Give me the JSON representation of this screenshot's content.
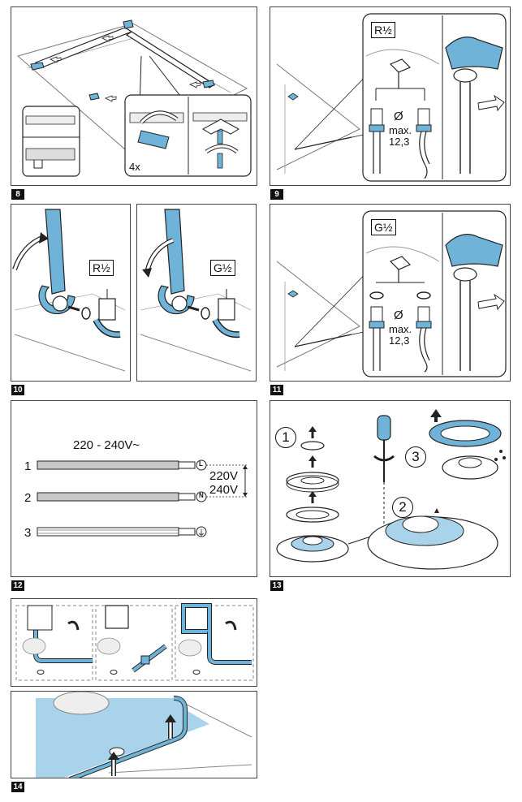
{
  "figures": {
    "f8": {
      "number": "8",
      "quantity": "4x"
    },
    "f9": {
      "number": "9",
      "thread": "R½",
      "diameter": "Ø",
      "max_label": "max.",
      "max_value": "12,3"
    },
    "f10": {
      "number": "10",
      "thread_left": "R½",
      "thread_right": "G½"
    },
    "f11": {
      "number": "11",
      "thread": "G½",
      "diameter": "Ø",
      "max_label": "max.",
      "max_value": "12,3"
    },
    "f12": {
      "number": "12",
      "voltage_range": "220 - 240V~",
      "wires": [
        {
          "index": "1",
          "terminal": "L"
        },
        {
          "index": "2",
          "terminal": "N"
        },
        {
          "index": "3",
          "terminal": "⏚"
        }
      ],
      "voltage_a": "220V",
      "voltage_b": "240V"
    },
    "f13": {
      "number": "13",
      "steps": [
        "1",
        "2",
        "3"
      ]
    },
    "f14": {
      "number": "14"
    }
  },
  "colors": {
    "accent": "#6fb4d8",
    "accent_light": "#a9d3ea",
    "outline": "#222222",
    "grey": "#c8c8c8"
  }
}
